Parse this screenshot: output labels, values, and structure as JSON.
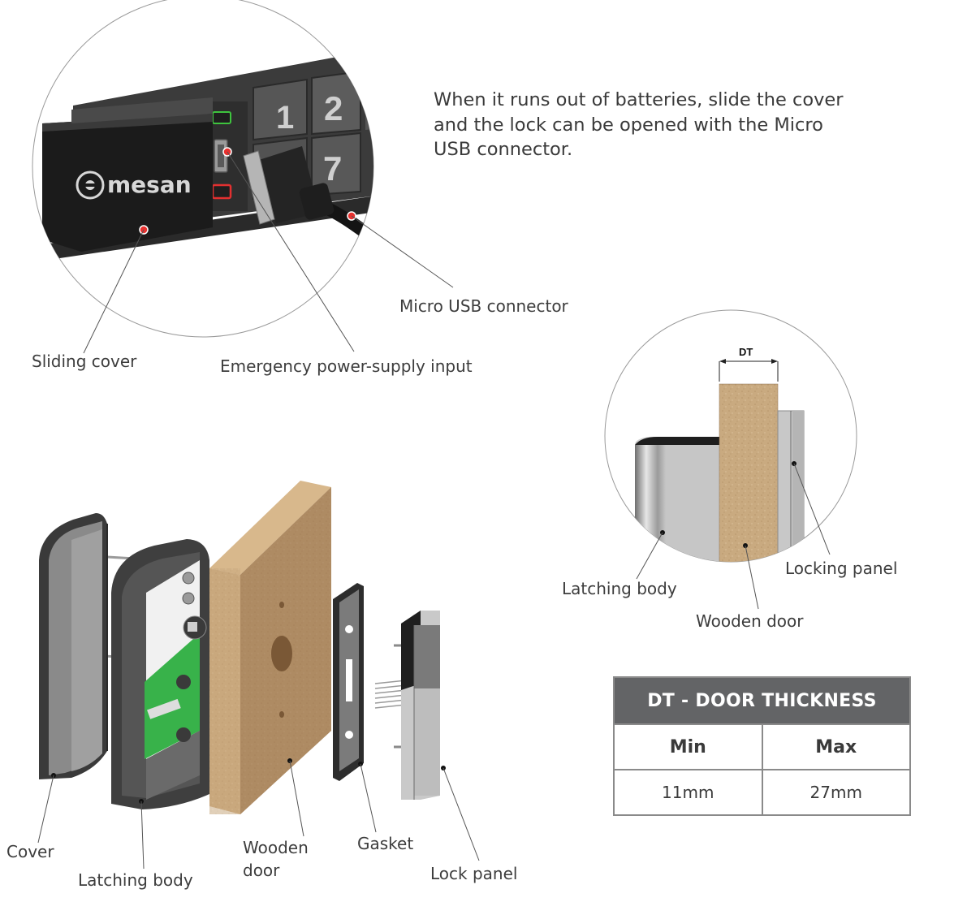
{
  "description": {
    "lines": [
      "When it runs out of batteries, slide the cover",
      "and the lock can be opened with the Micro",
      "USB connector."
    ]
  },
  "top_callouts": {
    "sliding_cover": "Sliding cover",
    "emergency_input": "Emergency power-supply input",
    "micro_usb": "Micro USB connector"
  },
  "keypad": {
    "brand": "mesan",
    "keys": [
      "1",
      "2",
      "7"
    ]
  },
  "section_view": {
    "dimension_label": "DT",
    "latching_body": "Latching body",
    "wooden_door": "Wooden door",
    "locking_panel": "Locking panel"
  },
  "exploded_view": {
    "cover": "Cover",
    "latching_body": "Latching body",
    "wooden_door_line1": "Wooden",
    "wooden_door_line2": "door",
    "gasket": "Gasket",
    "lock_panel": "Lock panel"
  },
  "thickness_table": {
    "title": "DT - DOOR THICKNESS",
    "columns": [
      "Min",
      "Max"
    ],
    "values": [
      "11mm",
      "27mm"
    ]
  },
  "colors": {
    "wood": "#c9a57a",
    "callout_dot": "#e8312f",
    "table_header": "#636466",
    "dark_device": "#2d2d2d"
  }
}
